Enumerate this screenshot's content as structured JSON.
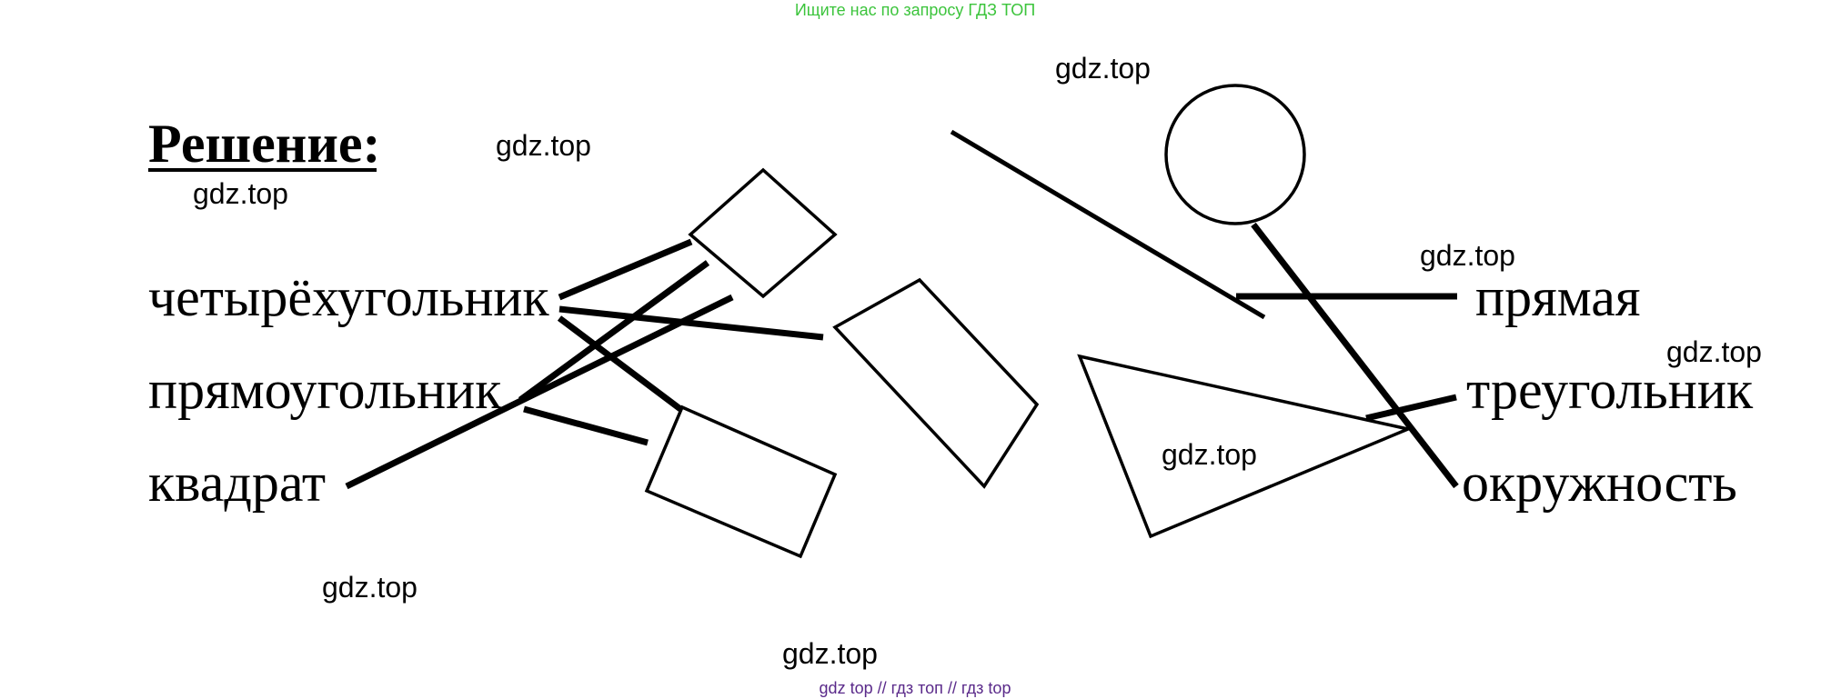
{
  "header_note": "Ищите нас по запросу ГДЗ ТОП",
  "footer_note": "gdz top  //  гдз топ  //  гдз top",
  "colors": {
    "header_note": "#3cc43c",
    "footer_note": "#5a2a8a",
    "ink": "#000000"
  },
  "title": "Решение:",
  "left_labels": [
    "четырёхугольник",
    "прямоугольник",
    "квадрат"
  ],
  "right_labels": [
    "прямая",
    "треугольник",
    "окружность"
  ],
  "watermark": "gdz.top"
}
